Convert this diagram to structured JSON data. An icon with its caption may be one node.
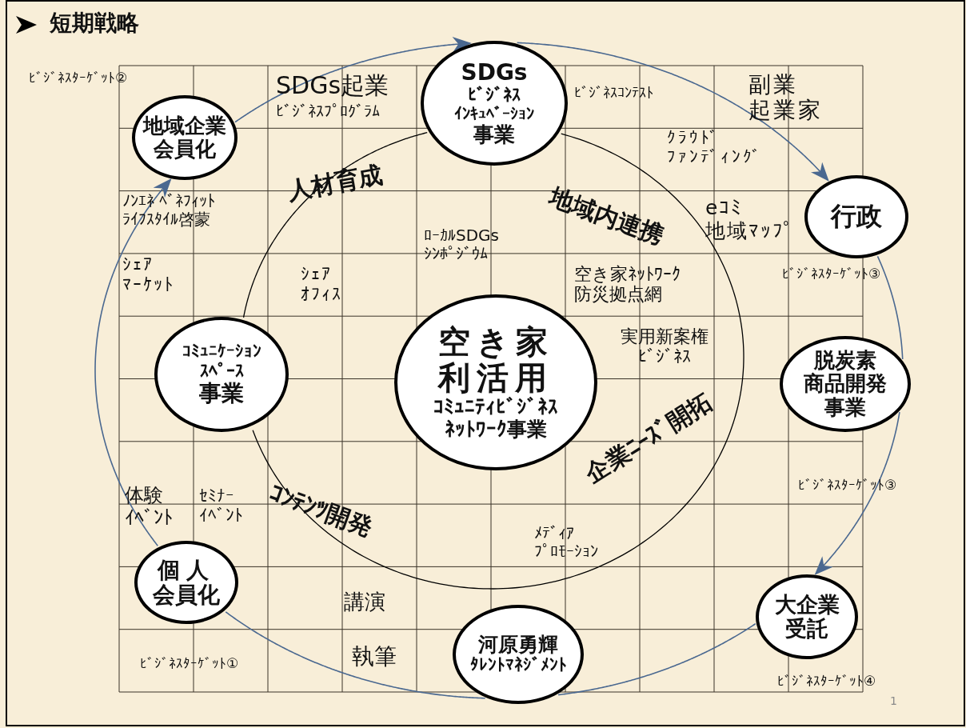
{
  "diagram": {
    "title": "短期戦略",
    "nodes": [
      {
        "text": [
          "SDGs",
          "ﾋﾞｼﾞﾈｽ",
          "ｲﾝｷｭﾍﾞｰｼｮﾝ",
          "事業"
        ]
      },
      {
        "text": [
          "地域企業",
          "会員化"
        ]
      },
      {
        "text": [
          "行政"
        ]
      },
      {
        "text": [
          "ｺﾐｭﾆｹｰｼｮﾝ",
          "ｽﾍﾟｰｽ",
          "事業"
        ]
      },
      {
        "text": [
          "空き家",
          "利活用",
          "ｺﾐｭﾆﾃｨﾋﾞｼﾞﾈｽ",
          "ﾈｯﾄﾜｰｸ事業"
        ]
      },
      {
        "text": [
          "脱炭素",
          "商品開発",
          "事業"
        ]
      },
      {
        "text": [
          "個人",
          "会員化"
        ]
      },
      {
        "text": [
          "大企業",
          "受託"
        ]
      },
      {
        "text": [
          "河原勇輝",
          "ﾀﾚﾝﾄﾏﾈｼﾞﾒﾝﾄ"
        ]
      }
    ],
    "edges": [
      {
        "from": 6,
        "to": 1,
        "arrow": "to"
      },
      {
        "from": 1,
        "to": 0,
        "arrow": "to"
      },
      {
        "from": 0,
        "to": 2,
        "arrow": "to"
      },
      {
        "from": 2,
        "to": 5,
        "arrow": "none"
      },
      {
        "from": 5,
        "to": 7,
        "arrow": "to"
      },
      {
        "from": 7,
        "to": 8,
        "arrow": "none"
      },
      {
        "from": 8,
        "to": 6,
        "arrow": "none"
      },
      {
        "from": 0,
        "to": 3,
        "arrow": "none",
        "color": "#000000"
      },
      {
        "from": 3,
        "to": 0,
        "arrow": "none",
        "color": "#000000"
      }
    ],
    "labels": [
      "ﾋﾞｼﾞﾈｽﾀｰｹﾞｯﾄ②",
      "SDGs起業",
      "副業起業家",
      "ﾋﾞｼﾞﾈｽｺﾝﾃｽﾄ",
      "ﾋﾞｼﾞﾈｽﾌﾟﾛｸﾞﾗﾑ",
      "ｸﾗｳﾄﾞﾌｧﾝﾃﾞｨﾝｸﾞ",
      "人材育成",
      "地域内連携",
      "ﾉﾝｴﾈ ﾍﾞﾈﾌｨｯﾄﾗｲﾌｽﾀｲﾙ啓蒙",
      "eｺﾐ地域ﾏｯﾌﾟ",
      "ﾛｰｶﾙSDGsｼﾝﾎﾟｼﾞｳﾑ",
      "ｼｪｱﾏｰｹｯﾄ",
      "ｼｪｱｵﾌｨｽ",
      "空き家ﾈｯﾄﾜｰｸ防災拠点網",
      "ﾋﾞｼﾞﾈｽﾀｰｹﾞｯﾄ③",
      "実用新案権ﾋﾞｼﾞﾈｽ",
      "企業ﾆｰｽﾞ開拓",
      "ｺﾝﾃﾝﾂ開発",
      "ﾋﾞｼﾞﾈｽﾀｰｹﾞｯﾄ③",
      "体験ｲﾍﾞﾝﾄ",
      "ｾﾐﾅｰｲﾍﾞﾝﾄ",
      "ﾒﾃﾞｨｱﾌﾟﾛﾓｰｼｮﾝ",
      "講演",
      "執筆",
      "ﾋﾞｼﾞﾈｽﾀｰｹﾞｯﾄ①",
      "ﾋﾞｼﾞﾈｽﾀｰｹﾞｯﾄ④",
      "1"
    ]
  }
}
